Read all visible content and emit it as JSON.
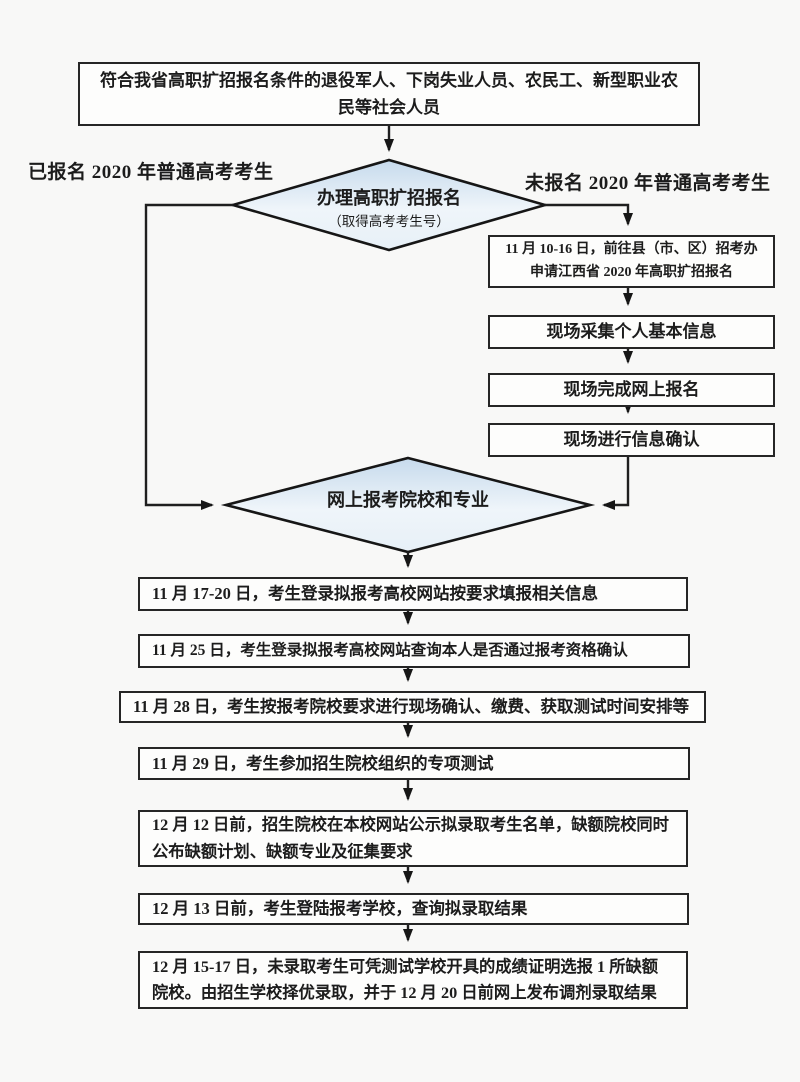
{
  "meta": {
    "title": "江西省2020年高职扩招报名流程图",
    "colors": {
      "page_bg": "#f8f8f7",
      "box_bg": "#fdfdfc",
      "line": "#1f1f1f",
      "border": "#262626",
      "diamond_gradient_top": "#c6daec",
      "diamond_gradient_mid": "#eff5fa",
      "diamond_gradient_bottom": "#e7f0f7",
      "text": "#1c1c1c"
    }
  },
  "flowchart": {
    "start_box": {
      "text": "符合我省高职扩招报名条件的退役军人、下岗失业人员、农民工、新型职业农民等社会人员"
    },
    "decision1": {
      "title": "办理高职扩招报名",
      "subtitle": "（取得高考考生号）"
    },
    "branch_labels": {
      "left": "已报名 2020 年普通高考考生",
      "right": "未报名 2020 年普通高考考生"
    },
    "right_branch": [
      {
        "text": "11 月 10-16 日，前往县（市、区）招考办申请江西省 2020 年高职扩招报名"
      },
      {
        "text": "现场采集个人基本信息"
      },
      {
        "text": "现场完成网上报名"
      },
      {
        "text": "现场进行信息确认"
      }
    ],
    "decision2": {
      "title": "网上报考院校和专业"
    },
    "main_steps": [
      {
        "text": "11 月 17-20 日，考生登录拟报考高校网站按要求填报相关信息"
      },
      {
        "text": "11 月 25 日，考生登录拟报考高校网站查询本人是否通过报考资格确认"
      },
      {
        "text": "11 月 28 日，考生按报考院校要求进行现场确认、缴费、获取测试时间安排等"
      },
      {
        "text": "11 月 29 日，考生参加招生院校组织的专项测试"
      },
      {
        "text": "12 月 12 日前，招生院校在本校网站公示拟录取考生名单，缺额院校同时公布缺额计划、缺额专业及征集要求"
      },
      {
        "text": "12 月 13 日前，考生登陆报考学校，查询拟录取结果"
      },
      {
        "text": "12 月 15-17 日，未录取考生可凭测试学校开具的成绩证明选报 1 所缺额院校。由招生学校择优录取，并于 12 月 20 日前网上发布调剂录取结果"
      }
    ]
  }
}
